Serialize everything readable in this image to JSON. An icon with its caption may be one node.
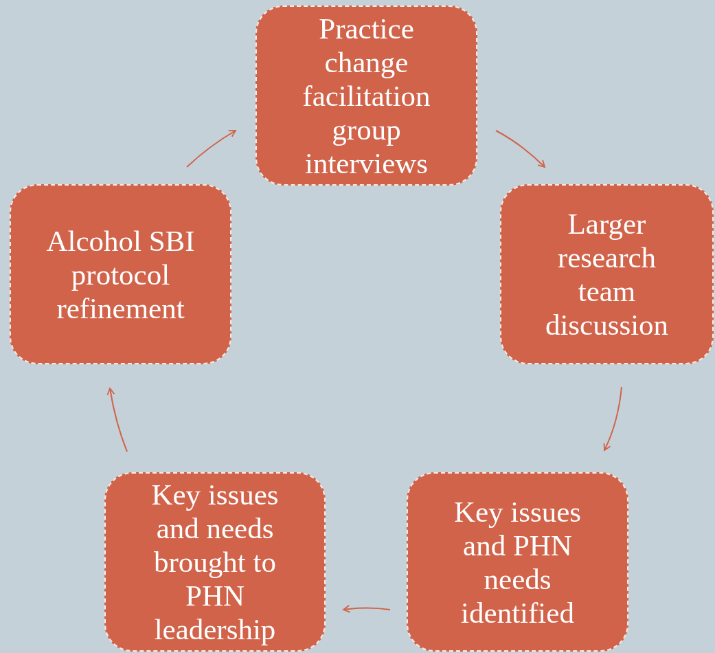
{
  "diagram": {
    "nodes": [
      {
        "text": [
          "Practice change facilitation group interviews"
        ]
      },
      {
        "text": [
          "Larger research team discussion"
        ]
      },
      {
        "text": [
          "Key issues and PHN needs identified"
        ]
      },
      {
        "text": [
          "Key issues and needs brought to PHN leadership"
        ]
      },
      {
        "text": [
          "Alcohol SBI protocol refinement"
        ]
      }
    ],
    "edges": [
      {
        "from": 0,
        "to": 1,
        "arrow": "to"
      },
      {
        "from": 1,
        "to": 2,
        "arrow": "to"
      },
      {
        "from": 2,
        "to": 3,
        "arrow": "to"
      },
      {
        "from": 3,
        "to": 4,
        "arrow": "to"
      },
      {
        "from": 4,
        "to": 0,
        "arrow": "to"
      }
    ]
  }
}
